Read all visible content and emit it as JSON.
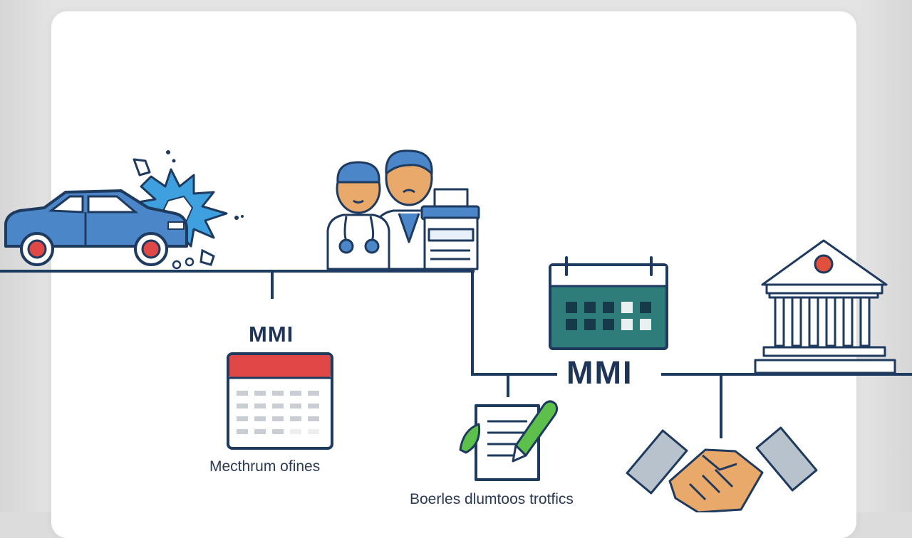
{
  "diagram": {
    "labels": {
      "mmi_small": "MMI",
      "mmi_large": "MMI",
      "caption_calendar": "Mecthrum ofines",
      "caption_document": "Boerles dlumtoos trotfics"
    },
    "colors": {
      "line": "#1f3a5f",
      "car_body": "#4a86c8",
      "impact": "#3fa0e0",
      "calendar_teal": "#2e7d7a",
      "calendar_red": "#e04848",
      "pen_green": "#5cc04a",
      "hand_skin": "#e8a96a",
      "court_red": "#e0503c"
    },
    "icons": [
      "car-crash-icon",
      "doctors-icon",
      "medical-equipment-icon",
      "calendar-red-icon",
      "calendar-teal-icon",
      "document-pen-icon",
      "courthouse-icon",
      "handshake-icon"
    ]
  }
}
